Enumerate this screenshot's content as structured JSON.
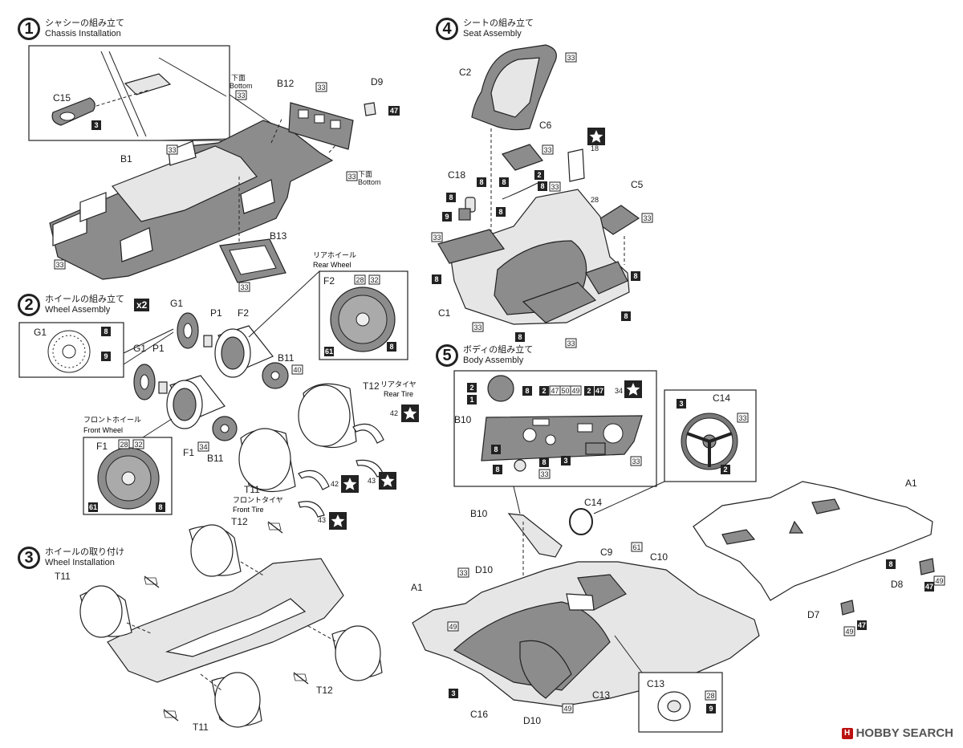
{
  "steps": [
    {
      "num": "1",
      "jp": "シャシーの組み立て",
      "en": "Chassis Installation"
    },
    {
      "num": "2",
      "jp": "ホイールの組み立て",
      "en": "Wheel Assembly",
      "badge": "x2"
    },
    {
      "num": "3",
      "jp": "ホイールの取り付け",
      "en": "Wheel Installation"
    },
    {
      "num": "4",
      "jp": "シートの組み立て",
      "en": "Seat Assembly"
    },
    {
      "num": "5",
      "jp": "ボディの組み立て",
      "en": "Body Assembly"
    }
  ],
  "step1": {
    "labels": {
      "c15": "C15",
      "b12": "B12",
      "d9": "D9",
      "b1": "B1",
      "b13": "B13"
    },
    "bottom_jp": "下面",
    "bottom_en": "Bottom",
    "colors": {
      "c15": "3",
      "b12": "33",
      "d9": "47",
      "b1_top": "33",
      "b1_left": "33",
      "bottom1": "33",
      "bottom2": "33",
      "b13": "33"
    }
  },
  "step2": {
    "labels": {
      "g1_detail": "G1",
      "g1": "G1",
      "p1": "P1",
      "f2": "F2",
      "g1b": "G1",
      "p1b": "P1",
      "b11a": "B11",
      "b11b": "B11",
      "f1": "F1",
      "t12": "T12",
      "t11": "T11",
      "f2_detail": "F2",
      "f1_detail": "F1"
    },
    "rear_wheel_jp": "リアホイール",
    "rear_wheel_en": "Rear Wheel",
    "front_wheel_jp": "フロントホイール",
    "front_wheel_en": "Front Wheel",
    "rear_tire_jp": "リアタイヤ",
    "rear_tire_en": "Rear Tire",
    "front_tire_jp": "フロントタイヤ",
    "front_tire_en": "Front Tire",
    "colors": {
      "g1_8": "8",
      "g1_9": "9",
      "b11a": "40",
      "b11b": "34",
      "r28": "28",
      "r32": "32",
      "r61": "61",
      "r8": "8",
      "f28": "28",
      "f32": "32",
      "f61": "61",
      "f8": "8",
      "c42a": "42",
      "c42b": "42",
      "c43a": "43",
      "c43b": "43"
    }
  },
  "step3": {
    "labels": {
      "t12a": "T12",
      "t11a": "T11",
      "t12b": "T12",
      "t11b": "T11"
    }
  },
  "step4": {
    "labels": {
      "c2": "C2",
      "c6": "C6",
      "c18": "C18",
      "c5": "C5",
      "c1": "C1"
    },
    "colors": {
      "c2": "33",
      "c6": "33",
      "c18a": "8",
      "c18b": "8",
      "c18c": "9",
      "mid8": "8",
      "mid8b": "8",
      "mid8c": "8",
      "mid2": "2",
      "mid33": "33",
      "dec18": "18",
      "c5": "33",
      "c5b": "8",
      "n28": "28",
      "left33": "33",
      "left8": "8",
      "bot33": "33",
      "bot8": "8",
      "bot33b": "33",
      "right8": "8"
    }
  },
  "step5": {
    "labels": {
      "b10_detail": "B10",
      "c14_detail": "C14",
      "b10": "B10",
      "c14": "C14",
      "a1a": "A1",
      "a1b": "A1",
      "d10a": "D10",
      "d10b": "D10",
      "c9": "C9",
      "c10": "C10",
      "c13": "C13",
      "c13_detail": "C13",
      "c16": "C16",
      "d7": "D7",
      "d8": "D8"
    },
    "colors": {
      "g2": "2",
      "g1": "1",
      "g8": "8",
      "g47": "47",
      "g50": "50",
      "g49": "49",
      "h2": "2",
      "h47": "47",
      "h34": "34",
      "h33": "33",
      "l8": "8",
      "l8b": "8",
      "l3": "3",
      "l33": "33",
      "l8c": "8",
      "sw3": "3",
      "sw33": "33",
      "sw2": "2",
      "a33": "33",
      "a49": "49",
      "a3": "3",
      "c61": "61",
      "d49": "49",
      "d8": "8",
      "d47": "47",
      "d49b": "49",
      "d747": "47",
      "d749": "49",
      "c13_28": "28",
      "c13_9": "9"
    }
  },
  "watermark": "HOBBY SEARCH"
}
